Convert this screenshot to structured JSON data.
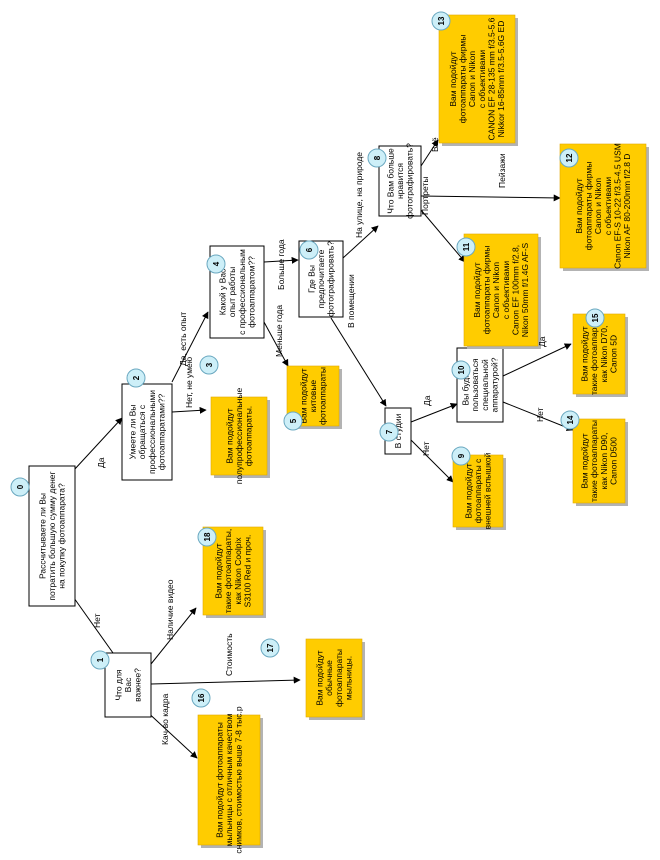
{
  "colors": {
    "question_fill": "#ffffff",
    "answer_fill": "#ffcc00",
    "answer_shadow": "#b3b3b3",
    "badge_fill": "#cdeff8",
    "badge_stroke": "#6aa8c0",
    "line": "#000000"
  },
  "nodes": [
    {
      "id": "n0",
      "num": "0",
      "kind": "question",
      "lines": [
        "Рассчитываете ли Вы",
        "потратить большую сумму денег",
        "на покупку фотоаппарата?"
      ]
    },
    {
      "id": "n1",
      "num": "1",
      "kind": "question",
      "lines": [
        "Что для",
        "Вас",
        "важнее?"
      ]
    },
    {
      "id": "n2",
      "num": "2",
      "kind": "question",
      "lines": [
        "Умеете ли Вы",
        "обращаться с",
        "профессиональными",
        "фотоаппаратами??"
      ]
    },
    {
      "id": "n3",
      "num": "3",
      "kind": "answer",
      "lines": [
        "Вам подойдут",
        "полупрофессиональные",
        "фотоаппараты."
      ]
    },
    {
      "id": "n4",
      "num": "4",
      "kind": "question",
      "lines": [
        "Какой у Вас",
        "опыт работы",
        "с профессиональным",
        "фотоаппаратом??"
      ]
    },
    {
      "id": "n5",
      "num": "5",
      "kind": "answer",
      "lines": [
        "Вам подойдут",
        "китовые",
        "фотоаппараты"
      ]
    },
    {
      "id": "n6",
      "num": "6",
      "kind": "question",
      "lines": [
        "Где Вы",
        "предпочитаете",
        "фотографировать?"
      ]
    },
    {
      "id": "n7",
      "num": "7",
      "kind": "question",
      "lines": [
        "В студии"
      ]
    },
    {
      "id": "n8",
      "num": "8",
      "kind": "question",
      "lines": [
        "Что Вам больше",
        "нравится",
        "фотографировать?"
      ]
    },
    {
      "id": "n9",
      "num": "9",
      "kind": "answer",
      "lines": [
        "Вам подойдут",
        "фотоаппараты с",
        "внешней вспышкой"
      ]
    },
    {
      "id": "n10",
      "num": "10",
      "kind": "question",
      "lines": [
        "Вы будите",
        "пользоваться",
        "специальной",
        "аппаратурой?"
      ]
    },
    {
      "id": "n11",
      "num": "11",
      "kind": "answer",
      "lines": [
        "Вам подойдут",
        "фотоаппараты фирмы",
        "Canon и Nikon",
        "с объективами",
        "Canon EF 100mm f/2.8,",
        "Nikon 50mm f/1.4G AF-S"
      ]
    },
    {
      "id": "n12",
      "num": "12",
      "kind": "answer",
      "lines": [
        "Вам подойдут",
        "фотоаппараты фирмы",
        "Canon и Nikon",
        "с объективами",
        "Canon EF-S 10-22 f/3.5-4.5 USM",
        "Nikon AF 80-200mm f/2.8 D"
      ]
    },
    {
      "id": "n13",
      "num": "13",
      "kind": "answer",
      "lines": [
        "Вам подойдут",
        "фотоаппараты фирмы",
        "Canon и Nikon",
        "с объективами",
        "CANON EF 28-135 mm f/3.5-5.6",
        "Nikkor 16-85mm f/3.5-5.6G ED"
      ]
    },
    {
      "id": "n14",
      "num": "14",
      "kind": "answer",
      "lines": [
        "Вам подойдут",
        "такие фотоаппараты",
        "как Nikon D90,",
        "Canon D500"
      ]
    },
    {
      "id": "n15",
      "num": "15",
      "kind": "answer",
      "lines": [
        "Вам подойдут",
        "такие фотоаппараты",
        "как Nikon D70,",
        "Canon 5D"
      ]
    },
    {
      "id": "n16",
      "num": "16",
      "kind": "answer",
      "lines": [
        "Вам подойдут фотоаппараты",
        "мыльницы с отличным качеством",
        "снимков, стоимостью выше 7-8 тыс.р"
      ]
    },
    {
      "id": "n17",
      "num": "17",
      "kind": "answer",
      "lines": [
        "Вам подойдут",
        "обычные",
        "фотоаппараты",
        "мыльницы."
      ]
    },
    {
      "id": "n18",
      "num": "18",
      "kind": "answer",
      "lines": [
        "Вам подойдут",
        "такие фотоаппараты,",
        "как Nikon Coolpix",
        "S3100 Red и проч."
      ]
    }
  ],
  "edges": [
    {
      "id": "e0_2",
      "label": "Да"
    },
    {
      "id": "e0_1",
      "label": "Нет"
    },
    {
      "id": "e1_18",
      "label": "Наличие видео"
    },
    {
      "id": "e1_17",
      "label": "Стоимость"
    },
    {
      "id": "e1_16",
      "label": "Кач-во кадра"
    },
    {
      "id": "e2_4",
      "label": "Да, есть опыт"
    },
    {
      "id": "e2_3",
      "label": "Нет, не умею"
    },
    {
      "id": "e4_6",
      "label": "Больше года"
    },
    {
      "id": "e4_5",
      "label": "Меньше года"
    },
    {
      "id": "e6_8",
      "label": "На улице, на природе"
    },
    {
      "id": "e6_7",
      "label": "В помещении"
    },
    {
      "id": "e8_13",
      "label": "Всё"
    },
    {
      "id": "e8_12",
      "label": "Пейзажи"
    },
    {
      "id": "e8_11",
      "label": "Портреты"
    },
    {
      "id": "e7_10",
      "label": "Да"
    },
    {
      "id": "e7_9",
      "label": "Нет"
    },
    {
      "id": "e10_15",
      "label": "Да"
    },
    {
      "id": "e10_14",
      "label": "Нет"
    }
  ]
}
